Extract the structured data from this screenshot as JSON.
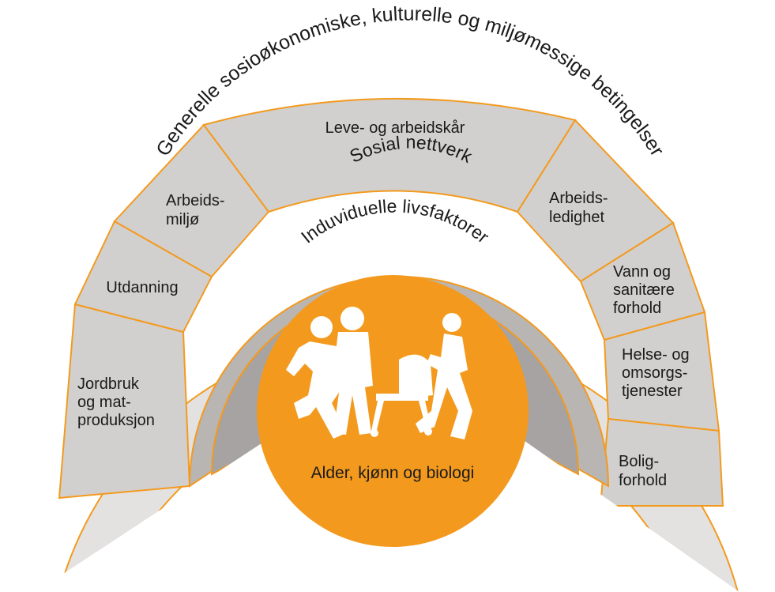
{
  "outer_band": {
    "label": "Generelle sosioøkonomiske, kulturelle og miljømessige betingelser"
  },
  "segments": [
    {
      "id": "jordbruk",
      "lines": [
        "Jordbruk",
        "og mat-",
        "produksjon"
      ]
    },
    {
      "id": "utdanning",
      "lines": [
        "Utdanning"
      ]
    },
    {
      "id": "arbeidsmiljo",
      "lines": [
        "Arbeids-",
        "miljø"
      ]
    },
    {
      "id": "leve",
      "lines": [
        "Leve- og arbeidskår"
      ]
    },
    {
      "id": "arbeidsledighet",
      "lines": [
        "Arbeids-",
        "ledighet"
      ]
    },
    {
      "id": "vann",
      "lines": [
        "Vann og",
        "sanitære",
        "forhold"
      ]
    },
    {
      "id": "helse",
      "lines": [
        "Helse- og",
        "omsorgs-",
        "tjenester"
      ]
    },
    {
      "id": "bolig",
      "lines": [
        "Bolig-",
        "forhold"
      ]
    }
  ],
  "social_ring": {
    "label": "Sosial nettverk"
  },
  "individual_ring": {
    "label": "Induviduelle livsfaktorer"
  },
  "center": {
    "label": "Alder, kjønn og biologi"
  },
  "colors": {
    "orange": "#f39a1e",
    "outer_fill": "#e4e2e1",
    "segment_fill": "#d2d0cf",
    "social_fill": "#b9b5b3",
    "individual_fill": "#a7a3a2",
    "center_fill": "#f39a1e"
  }
}
